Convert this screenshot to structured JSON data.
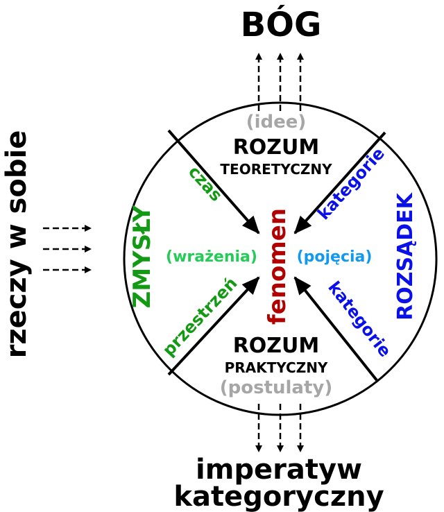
{
  "title_top": "BÓG",
  "title_bottom": [
    "imperatyw",
    "kategoryczny"
  ],
  "left_label": "rzeczy w sobie",
  "center": "fenomen",
  "upper": {
    "ideas": "(idee)",
    "title": "ROZUM",
    "subtitle": "TEORETYCZNY"
  },
  "lower": {
    "title": "ROZUM",
    "subtitle": "PRAKTYCZNY",
    "postulates": "(postulaty)"
  },
  "left_sector": {
    "faculty": "ZMYSŁY",
    "input": "(wrażenia)",
    "upper_form": "czas",
    "lower_form": "przestrzeń"
  },
  "right_sector": {
    "faculty": "ROZSĄDEK",
    "input": "(pojęcia)",
    "upper_form": "kategorie",
    "lower_form": "kategorie"
  },
  "colors": {
    "black": "#000000",
    "gray": "#a6a6a6",
    "sense_dark": "#139a14",
    "sense_light": "#22cc55",
    "understanding_dark": "#0a10e8",
    "understanding_light": "#1199ee",
    "center": "#b00000"
  }
}
